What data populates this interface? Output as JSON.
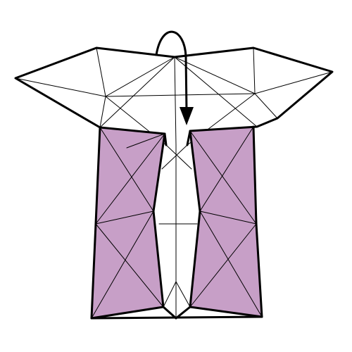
{
  "diagram": {
    "type": "origami-folding-step",
    "colors": {
      "paper_front": "#ffffff",
      "paper_back": "#c79fc7",
      "outline": "#000000",
      "background": "#ffffff"
    },
    "arrow": {
      "kind": "valley-fold-arrow",
      "direction": "down"
    }
  }
}
